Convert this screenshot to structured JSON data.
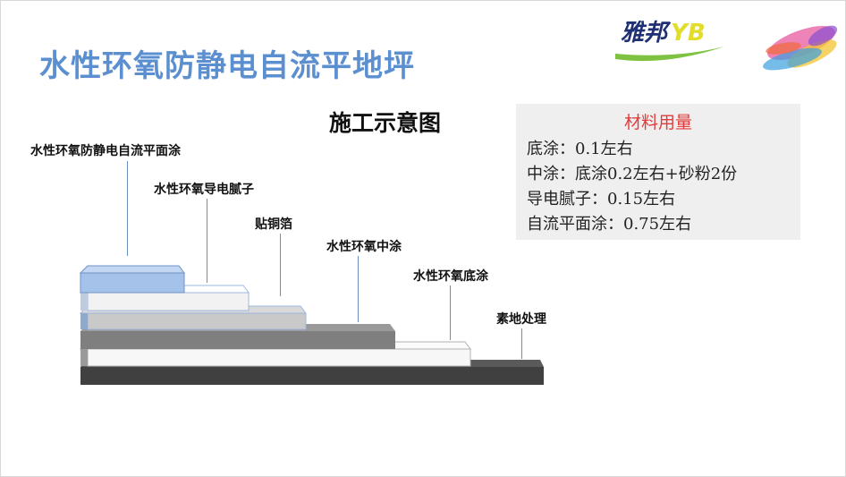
{
  "page": {
    "title": "水性环氧防静电自流平地坪"
  },
  "logo": {
    "brand_cn": "雅邦",
    "brand_latin": "YB"
  },
  "diagram": {
    "title": "施工示意图",
    "layers": [
      {
        "label": "水性环氧防静电自流平面涂",
        "color": "#a4c2ea"
      },
      {
        "label": "水性环氧导电腻子",
        "color": "#f2f2f2"
      },
      {
        "label": "贴铜箔",
        "color": "#c9c9c9"
      },
      {
        "label": "水性环氧中涂",
        "color": "#7f7f7f"
      },
      {
        "label": "水性环氧底涂",
        "color": "#f7f7f7"
      },
      {
        "label": "素地处理",
        "color": "#404040"
      }
    ]
  },
  "material_usage": {
    "heading": "材料用量",
    "lines": [
      "底涂：0.1左右",
      "中涂：底涂0.2左右+砂粉2份",
      "导电腻子：0.15左右",
      "自流平面涂：0.75左右"
    ]
  }
}
